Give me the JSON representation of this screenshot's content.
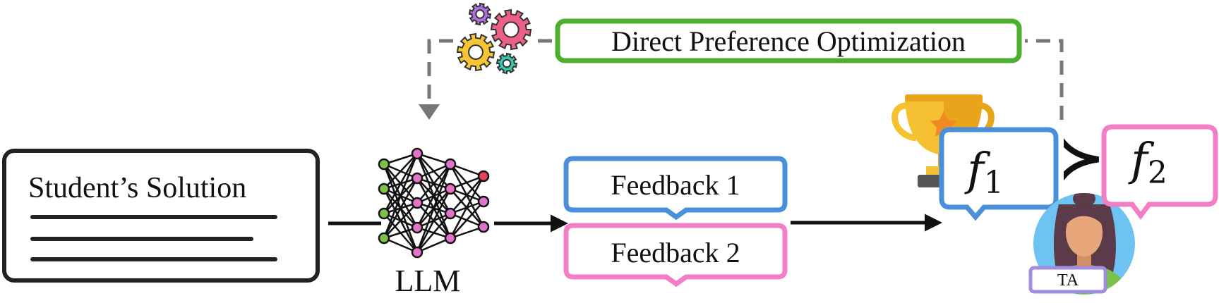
{
  "colors": {
    "accent_green": "#4caf2f",
    "accent_blue": "#4a90d9",
    "accent_pink": "#f27ec6",
    "accent_purple": "#a08ce0",
    "arrow_dark": "#111111",
    "arrow_gray": "#777777"
  },
  "student_solution": {
    "title": "Student’s Solution"
  },
  "llm": {
    "label": "LLM",
    "icon": "neural-network-icon"
  },
  "dpo": {
    "label": "Direct Preference Optimization",
    "icon": "gears-icon"
  },
  "feedback": {
    "item1": "Feedback 1",
    "item2": "Feedback 2"
  },
  "preference": {
    "winner_symbol": "f",
    "winner_sub": "1",
    "loser_symbol": "f",
    "loser_sub": "2",
    "relation": "≻",
    "trophy_icon": "trophy-icon"
  },
  "annotator": {
    "badge": "TA",
    "icon": "teaching-assistant-avatar-icon"
  }
}
